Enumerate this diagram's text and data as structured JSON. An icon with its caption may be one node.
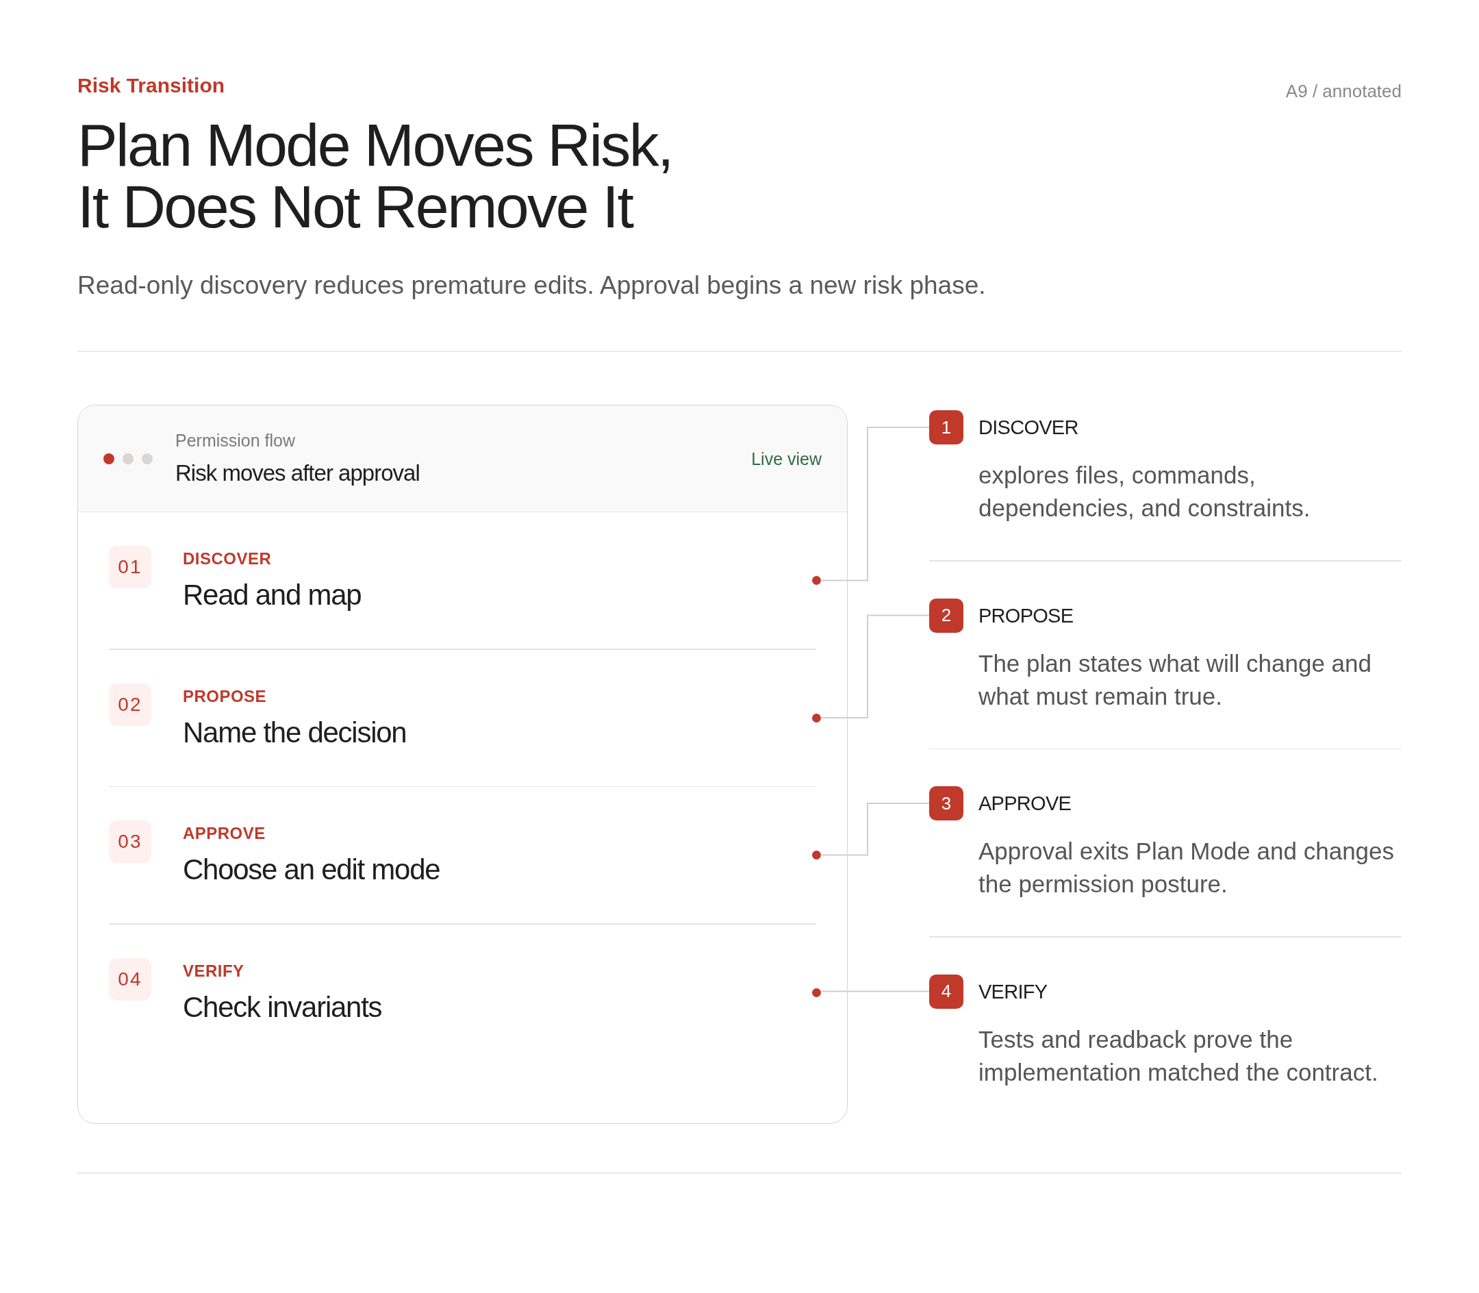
{
  "diagram": {
    "title": "Plan Mode Moves Risk, It Does Not Remove It",
    "nodes": [
      {
        "text": [
          "Permission flow",
          "Risk moves after approval",
          "Live view"
        ]
      },
      {
        "text": [
          "01"
        ],
        "in": 0,
        "beside": [
          "DISCOVER",
          "Read and map"
        ]
      },
      {
        "text": [],
        "shape": "circle",
        "in": 0
      },
      {
        "text": [
          "02"
        ],
        "in": 0,
        "beside": [
          "PROPOSE",
          "Name the decision"
        ]
      },
      {
        "text": [],
        "shape": "circle",
        "in": 0
      },
      {
        "text": [
          "03"
        ],
        "in": 0,
        "beside": [
          "APPROVE",
          "Choose an edit mode"
        ]
      },
      {
        "text": [],
        "shape": "circle",
        "in": 0
      },
      {
        "text": [
          "04"
        ],
        "in": 0,
        "beside": [
          "VERIFY",
          "Check invariants"
        ]
      },
      {
        "text": [],
        "shape": "circle",
        "in": 0
      },
      {
        "text": [
          "1"
        ],
        "beside": [
          "DISCOVER",
          "explores files, commands, dependencies, and constraints."
        ]
      },
      {
        "text": [
          "2"
        ],
        "beside": [
          "PROPOSE",
          "The plan states what will change and what must remain true."
        ]
      },
      {
        "text": [
          "3"
        ],
        "beside": [
          "APPROVE",
          "Approval exits Plan Mode and changes the permission posture."
        ]
      },
      {
        "text": [
          "4"
        ],
        "beside": [
          "VERIFY",
          "Tests and readback prove the implementation matched the contract."
        ]
      }
    ],
    "edges": [
      {
        "from": 2,
        "to": 9,
        "arrow": "none"
      },
      {
        "from": 4,
        "to": 10,
        "arrow": "none"
      },
      {
        "from": 6,
        "to": 11,
        "arrow": "none"
      },
      {
        "from": 8,
        "to": 12,
        "arrow": "none"
      }
    ],
    "labels": [
      "Risk Transition",
      "A9 / annotated",
      "Read-only discovery reduces premature edits. Approval begins a new risk phase."
    ]
  }
}
